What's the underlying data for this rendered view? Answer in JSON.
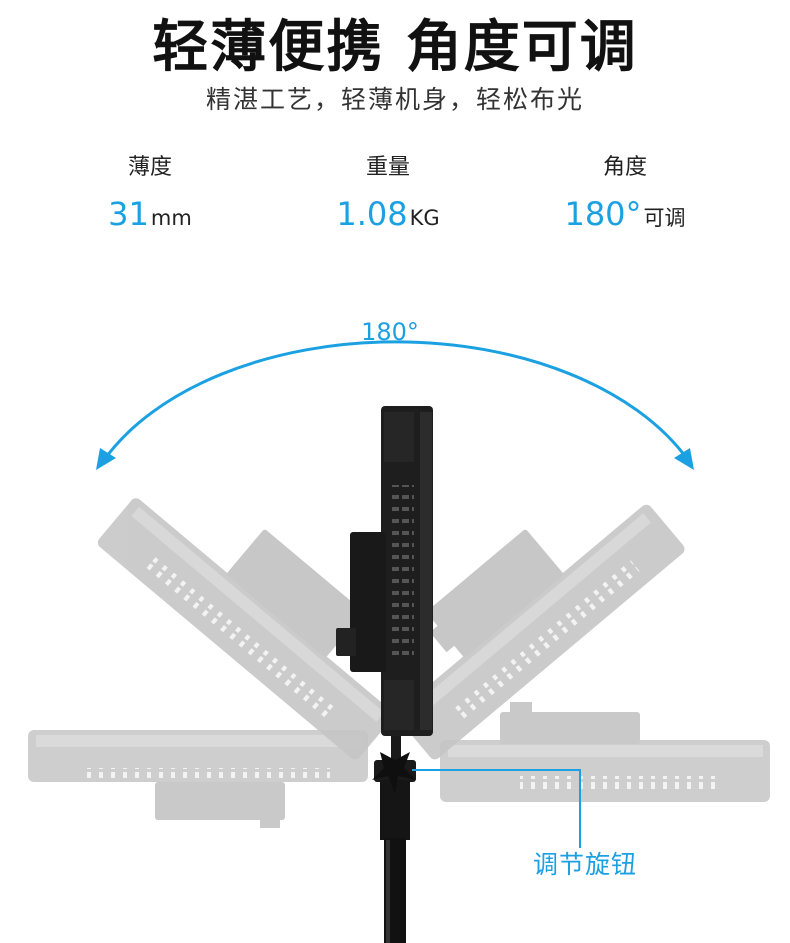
{
  "header": {
    "title": "轻薄便携 角度可调",
    "subtitle": "精湛工艺，轻薄机身，轻松布光"
  },
  "specs": [
    {
      "label": "薄度",
      "value": "31",
      "unit": "mm"
    },
    {
      "label": "重量",
      "value": "1.08",
      "unit": "KG"
    },
    {
      "label": "角度",
      "value": "180°",
      "unit": "可调"
    }
  ],
  "diagram": {
    "arc_label": "180°",
    "knob_label": "调节旋钮",
    "accent_color": "#1ba1e2",
    "ghost_color": "#c8c8c8",
    "device_color": "#1c1c1c"
  }
}
